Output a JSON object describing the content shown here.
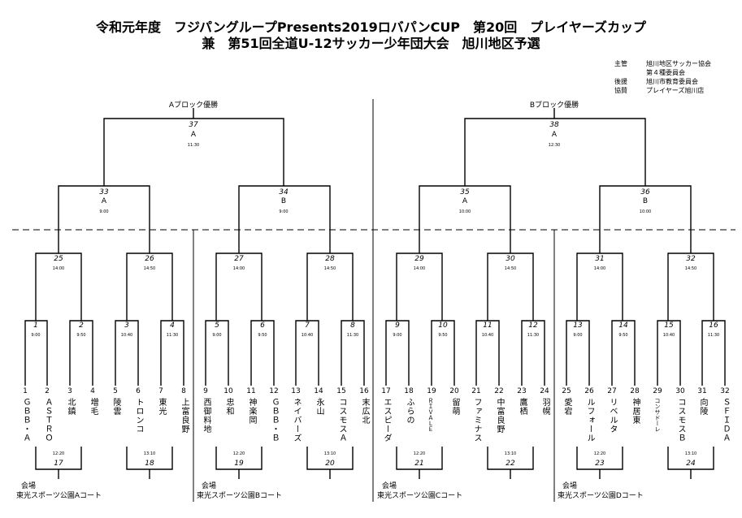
{
  "title_line1": "令和元年度　フジパングループPresents2019ロバパンCUP　第20回　プレイヤーズカップ",
  "title_line2": "兼　第51回全道U-12サッカー少年団大会　旭川地区予選",
  "organizers": [
    {
      "role": "主管",
      "name": "旭川地区サッカー協会"
    },
    {
      "role": "",
      "name": "第４種委員会"
    },
    {
      "role": "後援",
      "name": "旭川市教育委員会"
    },
    {
      "role": "協賛",
      "name": "プレイヤーズ旭川店"
    }
  ],
  "block_winners": {
    "a": "Aブロック優勝",
    "b": "Bブロック優勝"
  },
  "final_matches": [
    {
      "num": "37",
      "court": "A",
      "time": "11:30"
    },
    {
      "num": "38",
      "court": "A",
      "time": "12:30"
    }
  ],
  "semi_matches": [
    {
      "num": "33",
      "court": "A",
      "time": "9:00"
    },
    {
      "num": "34",
      "court": "B",
      "time": "9:00"
    },
    {
      "num": "35",
      "court": "A",
      "time": "10:00"
    },
    {
      "num": "36",
      "court": "B",
      "time": "10:00"
    }
  ],
  "qf_matches": [
    {
      "num": "25",
      "time": "14:00"
    },
    {
      "num": "26",
      "time": "14:50"
    },
    {
      "num": "27",
      "time": "14:00"
    },
    {
      "num": "28",
      "time": "14:50"
    },
    {
      "num": "29",
      "time": "14:00"
    },
    {
      "num": "30",
      "time": "14:50"
    },
    {
      "num": "31",
      "time": "14:00"
    },
    {
      "num": "32",
      "time": "14:50"
    }
  ],
  "r1_matches": [
    {
      "num": "1",
      "time": "9:00"
    },
    {
      "num": "2",
      "time": "9:50"
    },
    {
      "num": "3",
      "time": "10:40"
    },
    {
      "num": "4",
      "time": "11:30"
    },
    {
      "num": "5",
      "time": "9:00"
    },
    {
      "num": "6",
      "time": "9:50"
    },
    {
      "num": "7",
      "time": "10:40"
    },
    {
      "num": "8",
      "time": "11:30"
    },
    {
      "num": "9",
      "time": "9:00"
    },
    {
      "num": "10",
      "time": "9:50"
    },
    {
      "num": "11",
      "time": "10:40"
    },
    {
      "num": "12",
      "time": "11:30"
    },
    {
      "num": "13",
      "time": "9:00"
    },
    {
      "num": "14",
      "time": "9:50"
    },
    {
      "num": "15",
      "time": "10:40"
    },
    {
      "num": "16",
      "time": "11:30"
    }
  ],
  "bottom_matches": [
    {
      "num": "17",
      "time": "12:20"
    },
    {
      "num": "18",
      "time": "13:10"
    },
    {
      "num": "19",
      "time": "12:20"
    },
    {
      "num": "20",
      "time": "13:10"
    },
    {
      "num": "21",
      "time": "12:20"
    },
    {
      "num": "22",
      "time": "13:10"
    },
    {
      "num": "23",
      "time": "12:20"
    },
    {
      "num": "24",
      "time": "13:10"
    }
  ],
  "teams": [
    {
      "num": "1",
      "name": "ＧＢＢ・Ａ"
    },
    {
      "num": "2",
      "name": "ＡＳＴＲＯ"
    },
    {
      "num": "3",
      "name": "北鎮"
    },
    {
      "num": "4",
      "name": "増毛"
    },
    {
      "num": "5",
      "name": "陵雲"
    },
    {
      "num": "6",
      "name": "トロンコ"
    },
    {
      "num": "7",
      "name": "東光"
    },
    {
      "num": "8",
      "name": "上富良野"
    },
    {
      "num": "9",
      "name": "西御料地"
    },
    {
      "num": "10",
      "name": "忠和"
    },
    {
      "num": "11",
      "name": "神楽岡"
    },
    {
      "num": "12",
      "name": "ＧＢＢ・Ｂ"
    },
    {
      "num": "13",
      "name": "ネイバーズ"
    },
    {
      "num": "14",
      "name": "永山"
    },
    {
      "num": "15",
      "name": "コスモスＡ"
    },
    {
      "num": "16",
      "name": "末広北"
    },
    {
      "num": "17",
      "name": "エスピーダ"
    },
    {
      "num": "18",
      "name": "ふらの"
    },
    {
      "num": "19",
      "name": "ＲＩＶＡＬＥ"
    },
    {
      "num": "20",
      "name": "留萌"
    },
    {
      "num": "21",
      "name": "ファミナス"
    },
    {
      "num": "22",
      "name": "中富良野"
    },
    {
      "num": "23",
      "name": "鷹栖"
    },
    {
      "num": "24",
      "name": "羽幌"
    },
    {
      "num": "25",
      "name": "愛宕"
    },
    {
      "num": "26",
      "name": "ルフォール"
    },
    {
      "num": "27",
      "name": "リベルタ"
    },
    {
      "num": "28",
      "name": "神居東"
    },
    {
      "num": "29",
      "name": "コンサドーレ"
    },
    {
      "num": "30",
      "name": "コスモスＢ"
    },
    {
      "num": "31",
      "name": "向陵"
    },
    {
      "num": "32",
      "name": "ＳＦＩＤＡ"
    }
  ],
  "venues": [
    {
      "label": "会場",
      "name": "東光スポーツ公園Aコート"
    },
    {
      "label": "会場",
      "name": "東光スポーツ公園Bコート"
    },
    {
      "label": "会場",
      "name": "東光スポーツ公園Cコート"
    },
    {
      "label": "会場",
      "name": "東光スポーツ公園Dコート"
    }
  ]
}
